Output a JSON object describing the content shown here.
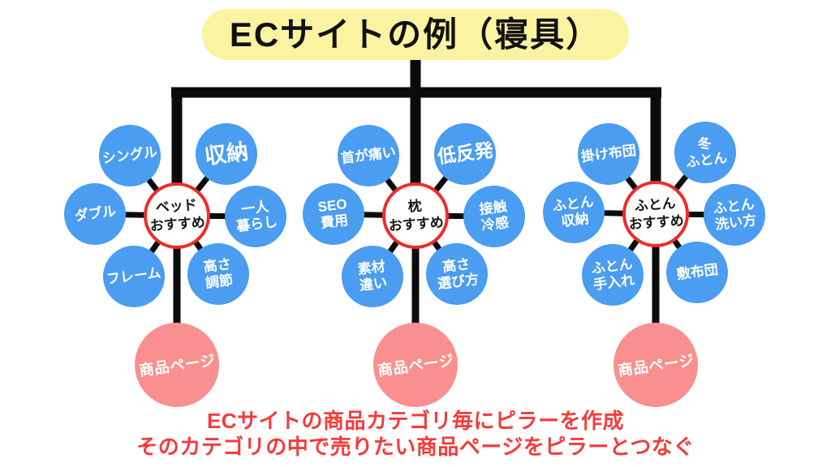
{
  "title": "ECサイトの例（寝具）",
  "clusters": [
    {
      "name": "bed",
      "center": {
        "lines": [
          "ベッド",
          "おすすめ"
        ]
      },
      "satellites": [
        {
          "pos": "tl",
          "lines": [
            "シングル"
          ]
        },
        {
          "pos": "tr",
          "lines": [
            "収納"
          ],
          "emphasis": true
        },
        {
          "pos": "l",
          "lines": [
            "ダブル"
          ]
        },
        {
          "pos": "r",
          "lines": [
            "一人",
            "暮らし"
          ]
        },
        {
          "pos": "bl",
          "lines": [
            "フレーム"
          ]
        },
        {
          "pos": "br",
          "lines": [
            "高さ",
            "調節"
          ]
        }
      ],
      "product": {
        "label": "商品ページ"
      }
    },
    {
      "name": "pillow",
      "center": {
        "lines": [
          "枕",
          "おすすめ"
        ]
      },
      "satellites": [
        {
          "pos": "tl",
          "lines": [
            "首が痛い"
          ]
        },
        {
          "pos": "tr",
          "lines": [
            "低反発"
          ],
          "emphasis": true
        },
        {
          "pos": "l",
          "lines": [
            "SEO",
            "費用"
          ]
        },
        {
          "pos": "r",
          "lines": [
            "接触",
            "冷感"
          ]
        },
        {
          "pos": "bl",
          "lines": [
            "素材",
            "違い"
          ]
        },
        {
          "pos": "br",
          "lines": [
            "高さ",
            "選び方"
          ]
        }
      ],
      "product": {
        "label": "商品ページ"
      }
    },
    {
      "name": "futon",
      "center": {
        "lines": [
          "ふとん",
          "おすすめ"
        ]
      },
      "satellites": [
        {
          "pos": "tl",
          "lines": [
            "掛け布団"
          ]
        },
        {
          "pos": "tr",
          "lines": [
            "冬",
            "ふとん"
          ]
        },
        {
          "pos": "l",
          "lines": [
            "ふとん",
            "収納"
          ]
        },
        {
          "pos": "r",
          "lines": [
            "ふとん",
            "洗い方"
          ]
        },
        {
          "pos": "bl",
          "lines": [
            "ふとん",
            "手入れ"
          ]
        },
        {
          "pos": "br",
          "lines": [
            "敷布団"
          ]
        }
      ],
      "product": {
        "label": "商品ページ"
      }
    }
  ],
  "caption": {
    "line1": "ECサイトの商品カテゴリ毎にピラーを作成",
    "line2": "そのカテゴリの中で売りたい商品ページをピラーとつなぐ"
  },
  "colors": {
    "topic_blue": "#4A9DF0",
    "hub_border_red": "#EE2B2B",
    "product_pink": "#F9908F",
    "title_highlight_yellow": "#FAF3A1",
    "caption_red": "#F43B3B",
    "connector_black": "#0B0B0B"
  }
}
